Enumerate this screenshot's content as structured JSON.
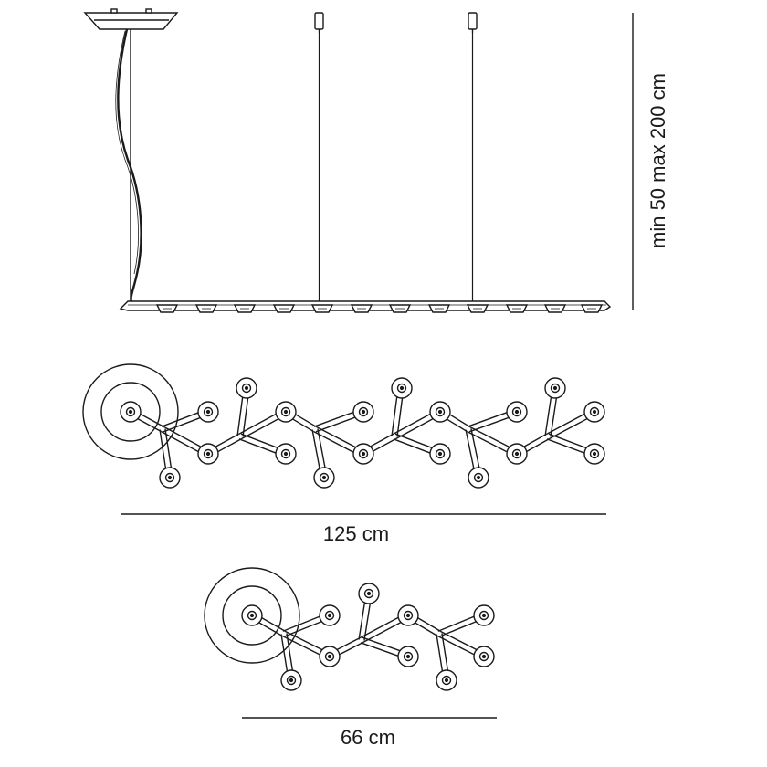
{
  "labels": {
    "height_range": "min 50  max 200 cm",
    "width_long": "125 cm",
    "width_short": "66 cm"
  },
  "colors": {
    "stroke": "#1a1a1a",
    "background": "#ffffff"
  },
  "views": [
    {
      "name": "side-elevation"
    },
    {
      "name": "plan-125"
    },
    {
      "name": "plan-66"
    }
  ]
}
